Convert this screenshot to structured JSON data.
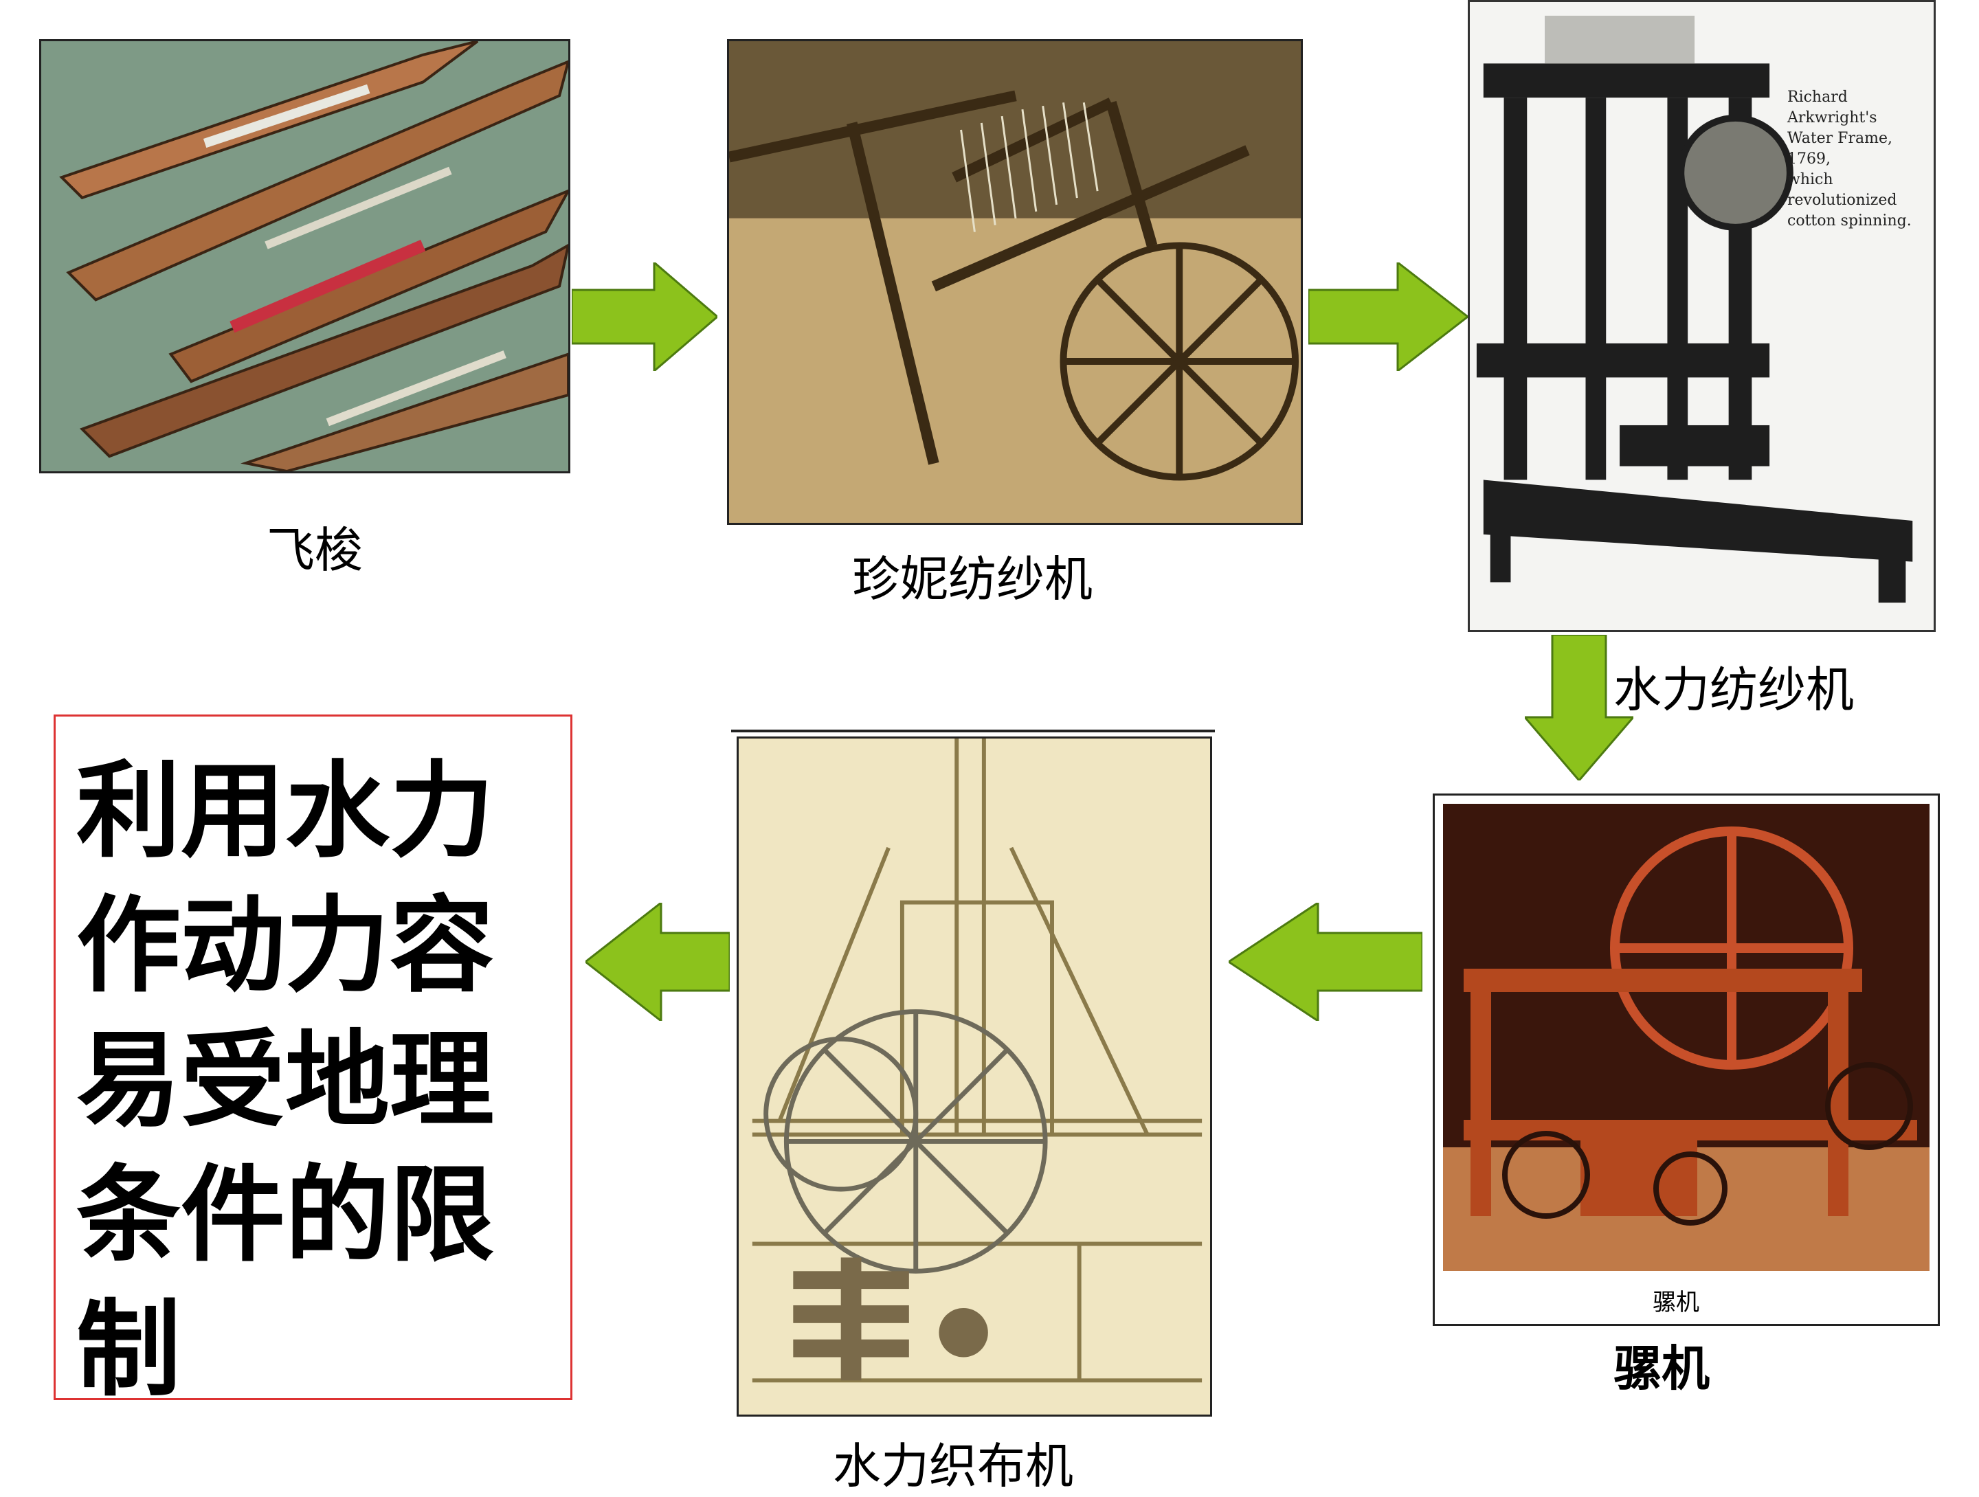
{
  "stages": [
    {
      "id": "flying-shuttle",
      "label": "飞梭"
    },
    {
      "id": "spinning-jenny",
      "label": "珍妮纺纱机"
    },
    {
      "id": "water-frame",
      "label": "水力纺纱机",
      "plaque": [
        "Richard Arkwright's",
        "Water Frame, 1769,",
        "which revolutionized",
        "cotton spinning."
      ]
    },
    {
      "id": "mule",
      "label": "骡机",
      "small_label": "骡机"
    },
    {
      "id": "power-loom",
      "label": "水力织布机"
    }
  ],
  "conclusion": "利用水力作动力容易受地理条件的限制",
  "colors": {
    "arrow_fill": "#8cc21c",
    "arrow_stroke": "#4c7a10",
    "conclusion_border": "#dd3333"
  }
}
